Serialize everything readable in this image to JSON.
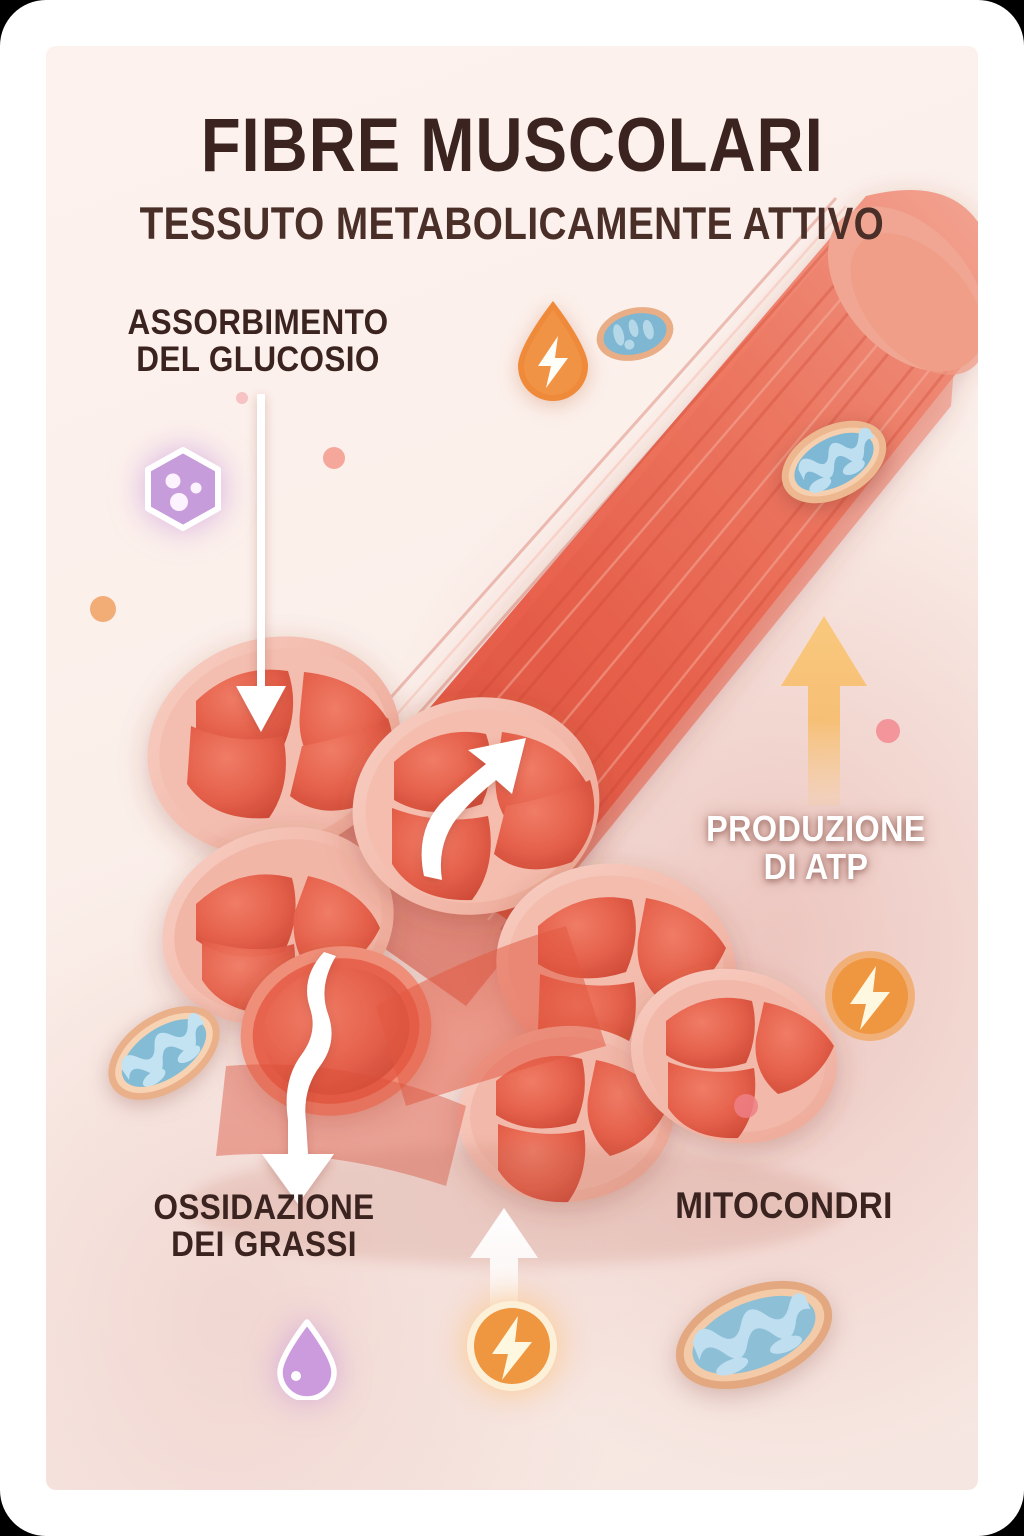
{
  "poster": {
    "title": "FIBRE MUSCOLARI",
    "subtitle": "TESSUTO METABOLICAMENTE ATTIVO",
    "background_color": "#FBEFEA",
    "frame_color": "#FFFFFF",
    "title_color": "#3B2420"
  },
  "labels": {
    "glucose_uptake": {
      "line1": "ASSORBIMENTO",
      "line2": "DEL GLUCOSIO",
      "color": "#3B2420"
    },
    "atp_production": {
      "line1": "PRODUZIONE",
      "line2": "DI ATP",
      "color": "#FFFFFF"
    },
    "fat_oxidation": {
      "line1": "OSSIDAZIONE",
      "line2": "DEI GRASSI",
      "color": "#3B2420"
    },
    "mitochondria": {
      "line1": "MITOCONDRI",
      "color": "#3B2420"
    }
  },
  "icons": {
    "glucose_hexagon": {
      "name": "glucose-hexagon-icon",
      "color": "#C49BD6",
      "dots": 3
    },
    "fat_droplet": {
      "name": "fat-droplet-icon",
      "color": "#C79BD8"
    },
    "energy_flame": {
      "name": "energy-flame-icon",
      "color": "#F08A3C"
    },
    "atp_bolt_right": {
      "name": "atp-bolt-icon",
      "color": "#F0963F"
    },
    "atp_bolt_bottom": {
      "name": "atp-bolt-icon",
      "color": "#F0963F"
    },
    "mitochondrion": {
      "name": "mitochondrion-icon",
      "membrane_color": "#E8AE87",
      "matrix_color": "#8FC0D8"
    }
  },
  "arrows": {
    "glucose_in": {
      "name": "glucose-uptake-arrow",
      "direction": "down",
      "color": "#FFFFFF"
    },
    "atp_up": {
      "name": "atp-production-arrow",
      "direction": "up",
      "color": "#F6B35C"
    },
    "fat_out": {
      "name": "fat-oxidation-arrow",
      "direction": "down",
      "color": "#FFFFFF"
    },
    "inner_up": {
      "name": "inner-metabolism-arrow",
      "direction": "up",
      "color": "#FFFFFF"
    },
    "bottom_up": {
      "name": "bottom-energy-arrow",
      "direction": "up",
      "color": "#FFFFFF"
    }
  },
  "illustration": {
    "name": "muscle-fiber-bundle",
    "muscle_color": "#E55F4A",
    "sheath_color": "#F3B3A6"
  }
}
